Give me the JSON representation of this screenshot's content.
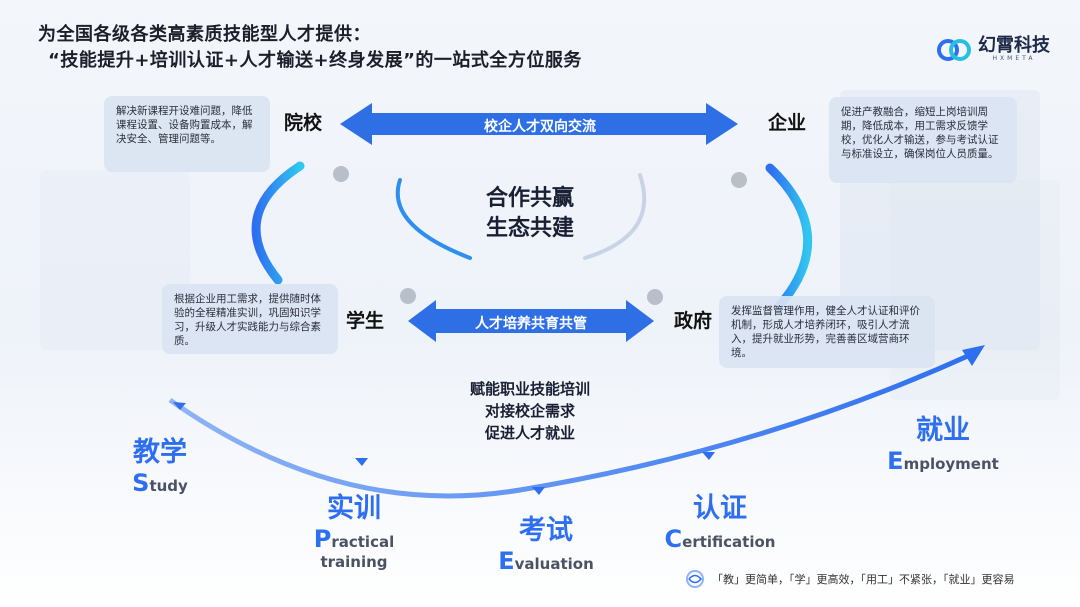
{
  "header": {
    "title_line1": "为全国各级各类高素质技能型人才提供：",
    "title_line2": "“技能提升+培训认证+人才输送+终身发展”的一站式全方位服务"
  },
  "logo": {
    "name": "幻霄科技",
    "sub": "HXMETA"
  },
  "nodes": {
    "school": "院校",
    "enterprise": "企业",
    "student": "学生",
    "government": "政府"
  },
  "cards": {
    "school": "解决新课程开设难问题，降低课程设置、设备购置成本，解决安全、管理问题等。",
    "enterprise": "促进产教融合，缩短上岗培训周期，降低成本，用工需求反馈学校，优化人才输送，参与考试认证与标准设立，确保岗位人员质量。",
    "student": "根据企业用工需求，提供随时体验的全程精准实训，巩固知识学习，升级人才实践能力与综合素质。",
    "government": "发挥监督管理作用，健全人才认证和评价机制，形成人才培养闭环，吸引人才流入，提升就业形势，完善善区域营商环境。"
  },
  "arrows": {
    "top": "校企人才双向交流",
    "middle": "人才培养共育共管"
  },
  "center": {
    "line1": "合作共赢",
    "line2": "生态共建"
  },
  "bottom": {
    "line1": "赋能职业技能培训",
    "line2": "对接校企需求",
    "line3": "促进人才就业"
  },
  "stages": [
    {
      "cn": "教学",
      "initial": "S",
      "rest": "tudy"
    },
    {
      "cn": "实训",
      "initial": "P",
      "rest": "ractical",
      "rest2": "training"
    },
    {
      "cn": "考试",
      "initial": "E",
      "rest": "valuation"
    },
    {
      "cn": "认证",
      "initial": "C",
      "rest": "ertification"
    },
    {
      "cn": "就业",
      "initial": "E",
      "rest": "mployment"
    }
  ],
  "footer": {
    "text": "「教」更简单，「学」更高效，「用工」不紧张，「就业」更容易"
  },
  "colors": {
    "accent": "#2d6ff0",
    "arrow": "#2f6fe6",
    "card_bg": "#dae4f2"
  }
}
